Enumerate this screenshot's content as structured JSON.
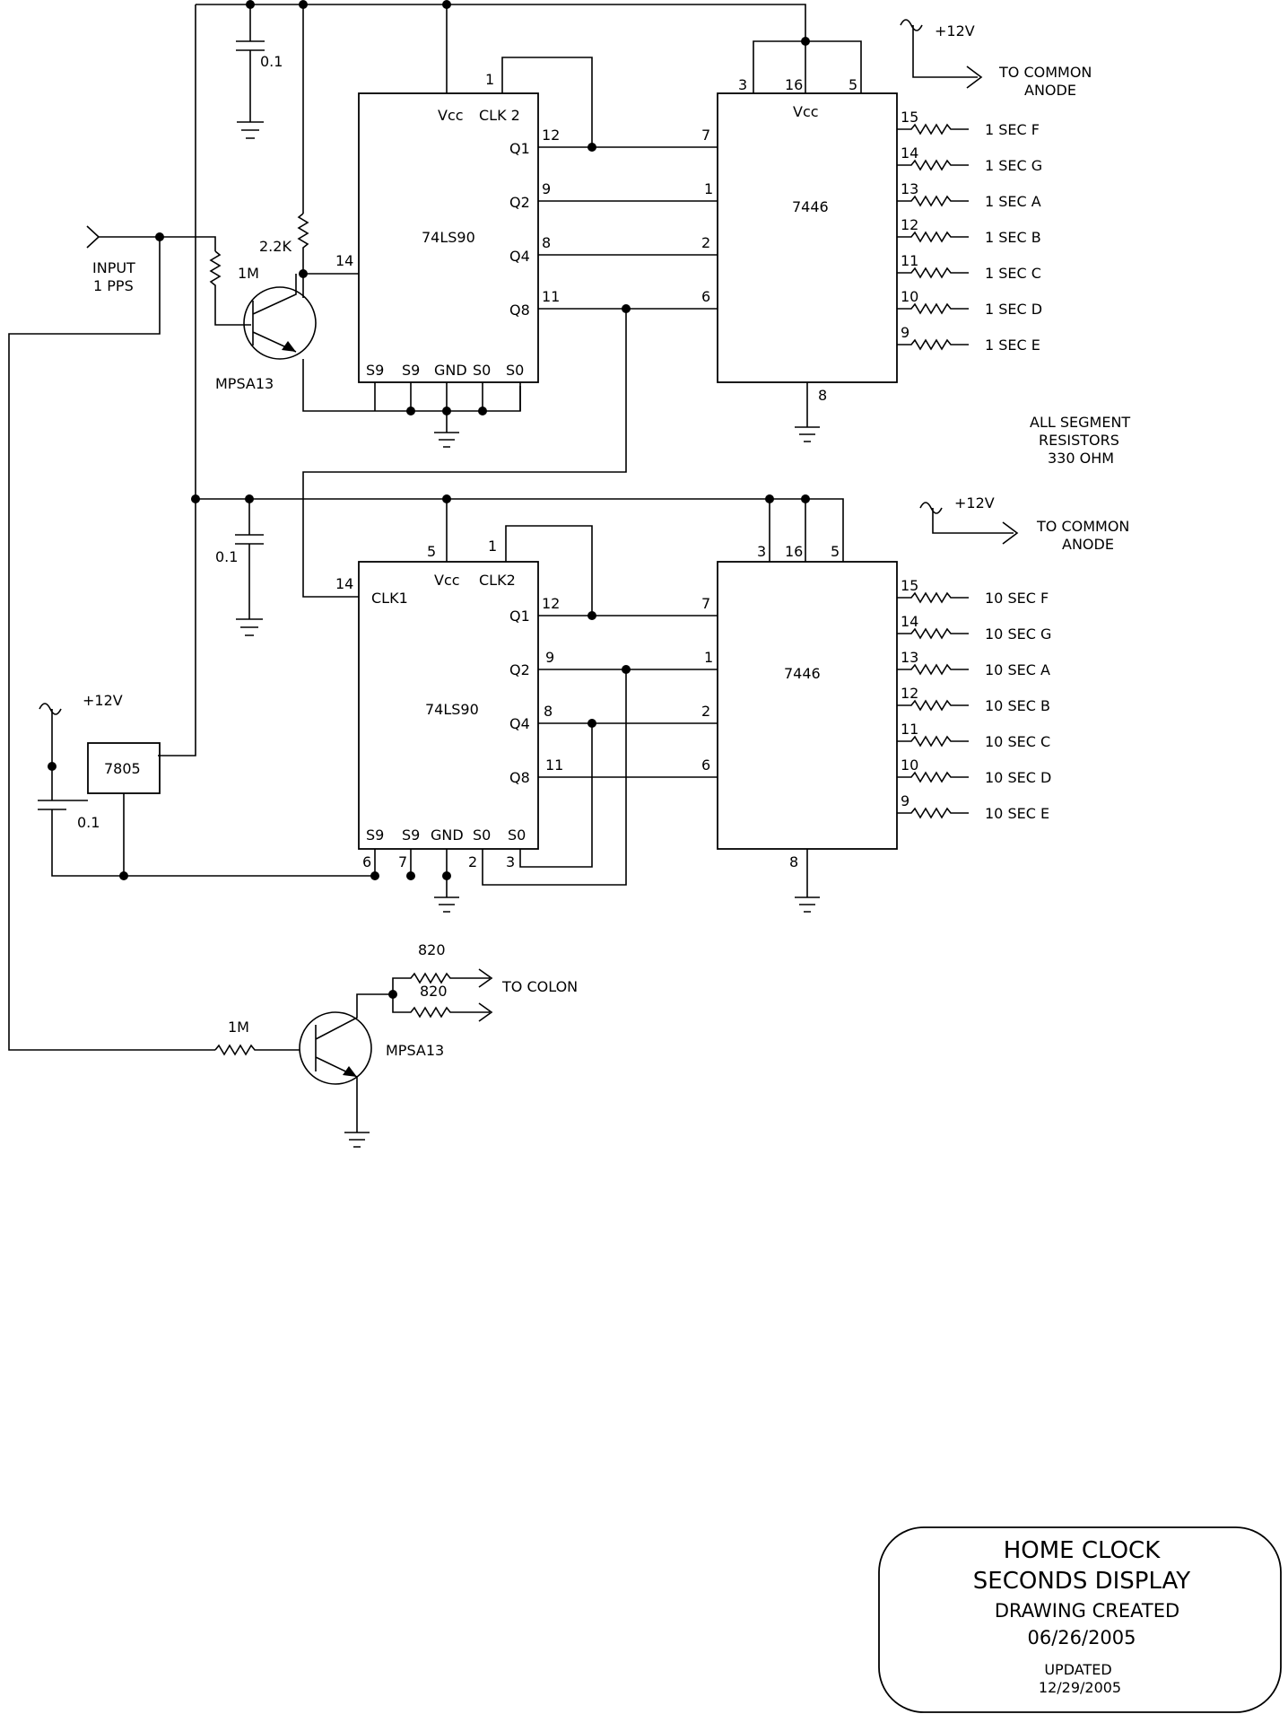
{
  "upper_counter": {
    "chip": "74LS90",
    "vcc": "Vcc",
    "clk": "CLK 2",
    "clk_pin": "1",
    "clk_in_pin": "14",
    "outputs": [
      {
        "label": "Q1",
        "pin": "12"
      },
      {
        "label": "Q2",
        "pin": "9"
      },
      {
        "label": "Q4",
        "pin": "8"
      },
      {
        "label": "Q8",
        "pin": "11"
      }
    ],
    "bottom_pins": [
      "S9",
      "S9",
      "GND",
      "S0",
      "S0"
    ]
  },
  "upper_decoder": {
    "chip": "7446",
    "vcc": "Vcc",
    "top_pins": [
      "3",
      "16",
      "5"
    ],
    "input_pins": [
      "7",
      "1",
      "2",
      "6"
    ],
    "gnd_pin": "8",
    "segments": [
      {
        "pin": "15",
        "label": "1 SEC F"
      },
      {
        "pin": "14",
        "label": "1 SEC G"
      },
      {
        "pin": "13",
        "label": "1 SEC A"
      },
      {
        "pin": "12",
        "label": "1 SEC B"
      },
      {
        "pin": "11",
        "label": "1 SEC C"
      },
      {
        "pin": "10",
        "label": "1 SEC D"
      },
      {
        "pin": "9",
        "label": "1 SEC E"
      }
    ]
  },
  "lower_counter": {
    "chip": "74LS90",
    "vcc": "Vcc",
    "vcc_pin": "5",
    "clk": "CLK2",
    "clk_pin": "1",
    "clk1": "CLK1",
    "clk1_pin": "14",
    "outputs": [
      {
        "label": "Q1",
        "pin": "12"
      },
      {
        "label": "Q2",
        "pin": "9"
      },
      {
        "label": "Q4",
        "pin": "8"
      },
      {
        "label": "Q8",
        "pin": "11"
      }
    ],
    "bottom_pins": [
      "S9",
      "S9",
      "GND",
      "S0",
      "S0"
    ],
    "bottom_pin_numbers": [
      "6",
      "7",
      "2",
      "3"
    ]
  },
  "lower_decoder": {
    "chip": "7446",
    "top_pins": [
      "3",
      "16",
      "5"
    ],
    "input_pins": [
      "7",
      "1",
      "2",
      "6"
    ],
    "gnd_pin": "8",
    "segments": [
      {
        "pin": "15",
        "label": "10 SEC F"
      },
      {
        "pin": "14",
        "label": "10 SEC G"
      },
      {
        "pin": "13",
        "label": "10 SEC A"
      },
      {
        "pin": "12",
        "label": "10 SEC B"
      },
      {
        "pin": "11",
        "label": "10 SEC C"
      },
      {
        "pin": "10",
        "label": "10 SEC D"
      },
      {
        "pin": "9",
        "label": "10 SEC E"
      }
    ]
  },
  "labels": {
    "cap_top": "0.1",
    "cap_mid": "0.1",
    "cap_reg": "0.1",
    "input_line1": "INPUT",
    "input_line2": "1 PPS",
    "r_base1": "1M",
    "r_pullup": "2.2K",
    "transistor1": "MPSA13",
    "transistor2": "MPSA13",
    "regulator": "7805",
    "supply": "+12V",
    "to_common_anode_1": "TO COMMON",
    "to_common_anode_2": "ANODE",
    "resistor_note_1": "ALL SEGMENT",
    "resistor_note_2": "RESISTORS",
    "resistor_note_3": "330 OHM",
    "r_colon_1": "820",
    "r_colon_2": "820",
    "to_colon": "TO COLON",
    "r_base2": "1M"
  },
  "title_block": {
    "line1": "HOME CLOCK",
    "line2": "SECONDS DISPLAY",
    "line3": "DRAWING CREATED",
    "line4": "06/26/2005",
    "line5": "UPDATED",
    "line6": "12/29/2005"
  }
}
